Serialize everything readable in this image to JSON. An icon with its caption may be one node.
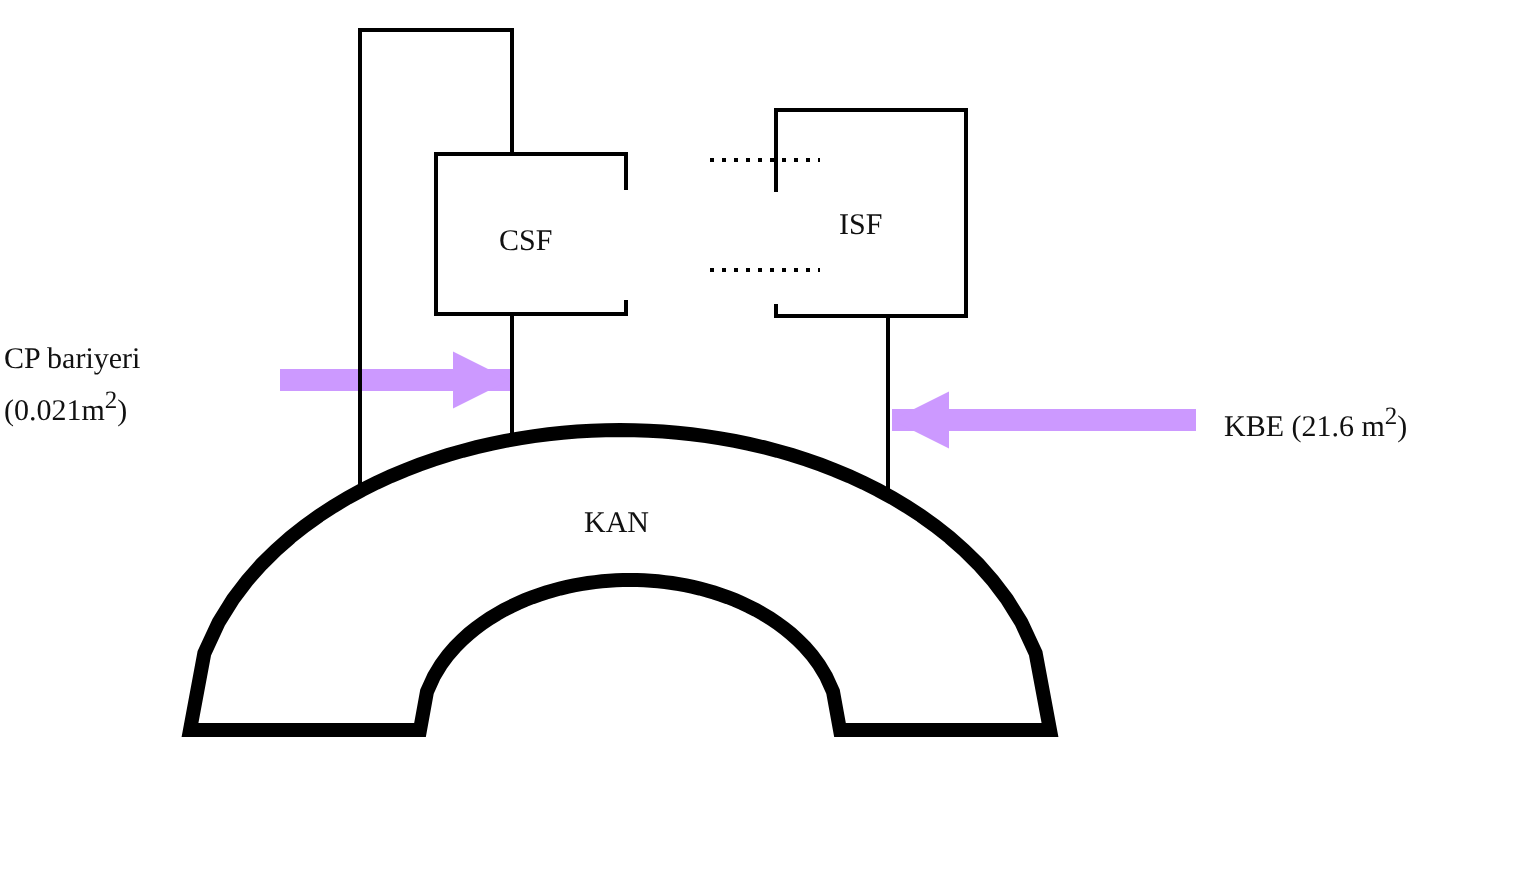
{
  "diagram": {
    "nodes": [
      {
        "text": [
          "CSF"
        ]
      },
      {
        "text": [
          "ISF"
        ]
      },
      {
        "text": [
          "KAN"
        ]
      },
      {
        "text": [
          "CP bariyeri (0.021m$^{2}$)"
        ]
      },
      {
        "text": [
          "KBE (21.6 m$^{2}$)"
        ]
      }
    ],
    "edges": [
      {
        "from": 3,
        "to": 0,
        "arrow": "to",
        "style": "thick",
        "color": "#cc99ff"
      },
      {
        "from": 4,
        "to": 1,
        "arrow": "to",
        "style": "thick",
        "color": "#cc99ff"
      },
      {
        "from": 2,
        "to": 0,
        "arrow": "none"
      },
      {
        "from": 0,
        "to": 2,
        "arrow": "none"
      },
      {
        "from": 1,
        "to": 2,
        "arrow": "none"
      }
    ]
  }
}
